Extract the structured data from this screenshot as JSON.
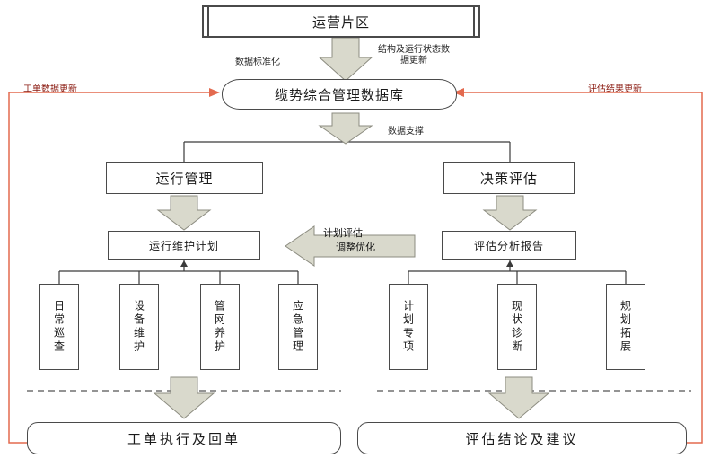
{
  "top": {
    "label": "运营片区"
  },
  "database": {
    "label": "缆势综合管理数据库"
  },
  "labels": {
    "standardize": "数据标准化",
    "structure_update": "结构及运行状态数据更新",
    "data_support": "数据支撑",
    "work_order_update": "工单数据更新",
    "evaluation_update": "评估结果更新",
    "plan_eval": "计划评估",
    "adjust_optimize": "调整优化"
  },
  "left": {
    "title": "运行管理",
    "sub": "运行维护计划",
    "items": [
      "日常巡查",
      "设备维护",
      "管网养护",
      "应急管理"
    ],
    "result": "工单执行及回单"
  },
  "right": {
    "title": "决策评估",
    "sub": "评估分析报告",
    "items": [
      "计划专项",
      "现状诊断",
      "规划拓展"
    ],
    "result": "评估结论及建议"
  },
  "colors": {
    "feedback_line": "#e36a4f",
    "arrow_fill": "#d9d9cc",
    "arrow_stroke": "#8c8c80",
    "line": "#3a3a3a"
  }
}
